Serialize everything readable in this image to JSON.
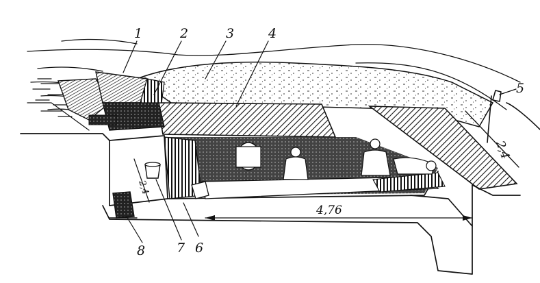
{
  "figure": {
    "callouts": [
      {
        "id": "1",
        "text": "1"
      },
      {
        "id": "2",
        "text": "2"
      },
      {
        "id": "3",
        "text": "3"
      },
      {
        "id": "4",
        "text": "4"
      },
      {
        "id": "5",
        "text": "5"
      },
      {
        "id": "6",
        "text": "6"
      },
      {
        "id": "7",
        "text": "7"
      },
      {
        "id": "8",
        "text": "8"
      }
    ],
    "dimensions": {
      "length": "4,76",
      "height": "2,4",
      "depth": "2,4"
    }
  }
}
